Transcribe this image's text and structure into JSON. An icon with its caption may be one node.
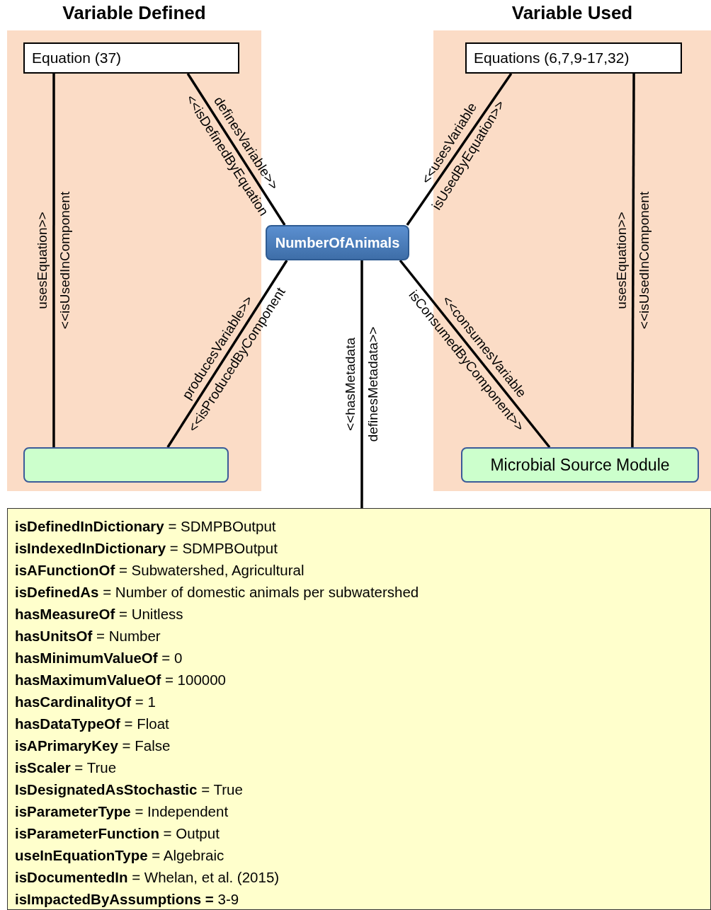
{
  "diagram": {
    "nodes": [
      {
        "text": [
          "Variable Defined"
        ]
      },
      {
        "text": [
          "Variable Used"
        ]
      },
      {
        "text": [
          "Equation (37)"
        ],
        "in": 0
      },
      {
        "text": [
          "Equations (6,7,9-17,32)"
        ],
        "in": 1
      },
      {
        "text": [
          "NumberOfAnimals"
        ]
      },
      {
        "text": [],
        "shape": "box",
        "in": 0
      },
      {
        "text": [
          "Microbial Source Module"
        ],
        "in": 1
      },
      {
        "text": [
          "**isDefinedInDictionary** = SDMPBOutput",
          "**isIndexedInDictionary** = SDMPBOutput",
          "**isAFunctionOf** = Subwatershed, Agricultural",
          "**isDefinedAs** = Number of domestic animals per subwatershed",
          "**hasMeasureOf** = Unitless",
          "**hasUnitsOf** = Number",
          "**hasMinimumValueOf** = 0",
          "**hasMaximumValueOf** = 100000",
          "**hasCardinalityOf** = 1",
          "**hasDataTypeOf** = Float",
          "**isAPrimaryKey** = False",
          "**isScaler** = True",
          "**IsDesignatedAsStochastic** = True",
          "**isParameterType** = Independent",
          "**isParameterFunction** = Output",
          "**useInEquationType** = Algebraic",
          "**isDocumentedIn** = Whelan, et al. (2015)",
          "**isImpactedByAssumptions =** 3-9"
        ]
      }
    ],
    "edges": [
      {
        "from": 2,
        "to": 5,
        "arrow": "none",
        "label": "usesEquation>> <<isUsedInComponent"
      },
      {
        "from": 2,
        "to": 4,
        "arrow": "none",
        "label": "definesVariable>> <<isDefinedByEquation"
      },
      {
        "from": 3,
        "to": 4,
        "arrow": "none",
        "label": "<<usesVariable isUsedByEquation>>"
      },
      {
        "from": 3,
        "to": 6,
        "arrow": "none",
        "label": "usesEquation>> <<isUsedInComponent"
      },
      {
        "from": 5,
        "to": 4,
        "arrow": "none",
        "label": "producesVariable>> <<isProducedByComponent"
      },
      {
        "from": 6,
        "to": 4,
        "arrow": "none",
        "label": "<<consumesVariable isConsumedByComponent>>"
      },
      {
        "from": 4,
        "to": 7,
        "arrow": "none",
        "label": "<<hasMetadata definesMetadata>>"
      }
    ]
  }
}
